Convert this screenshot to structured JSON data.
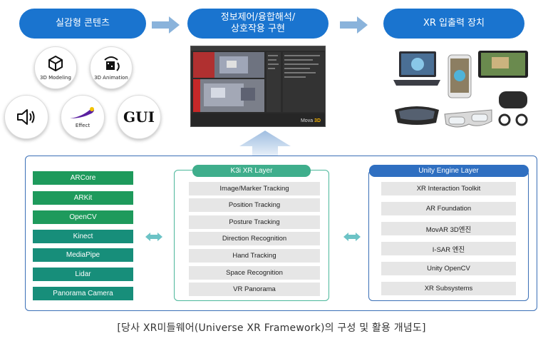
{
  "top_row": {
    "content_pill": "실감형 콘텐츠",
    "processing_pill_line1": "정보제어/융합해석/",
    "processing_pill_line2": "상호작용 구현",
    "device_pill": "XR 입출력 장치"
  },
  "content_icons": [
    {
      "icon": "cube-icon",
      "label": "3D Modeling"
    },
    {
      "icon": "animation-icon",
      "label": "3D Animation"
    },
    {
      "icon": "speaker-icon",
      "label": ""
    },
    {
      "icon": "effect-icon",
      "label": "Effect"
    },
    {
      "icon": "gui-icon",
      "label": "GUI"
    }
  ],
  "screenshot_brand": "Mova",
  "screenshot_brand_accent": "3D",
  "left_column": [
    "ARCore",
    "ARKit",
    "OpenCV",
    "Kinect",
    "MediaPipe",
    "Lidar",
    "Panorama Camera"
  ],
  "k3i_layer": {
    "title": "K3i XR Layer",
    "items": [
      "Image/Marker Tracking",
      "Position Tracking",
      "Posture Tracking",
      "Direction Recognition",
      "Hand Tracking",
      "Space Recognition",
      "VR Panorama"
    ]
  },
  "unity_layer": {
    "title": "Unity Engine Layer",
    "items": [
      "XR Interaction Toolkit",
      "AR Foundation",
      "MovAR 3D엔진",
      "I-SAR 엔진",
      "Unity OpenCV",
      "XR Subsystems"
    ]
  },
  "caption": "[당사 XR미들웨어(Universe XR Framework)의 구성 및 활용 개념도]",
  "colors": {
    "pill_blue": "#1a74cf",
    "green": "#1e9a5c",
    "teal": "#178e7a",
    "k3i_green": "#3fae8c",
    "unity_blue": "#2f6fc1",
    "arrow_blue": "#8ab3db"
  }
}
